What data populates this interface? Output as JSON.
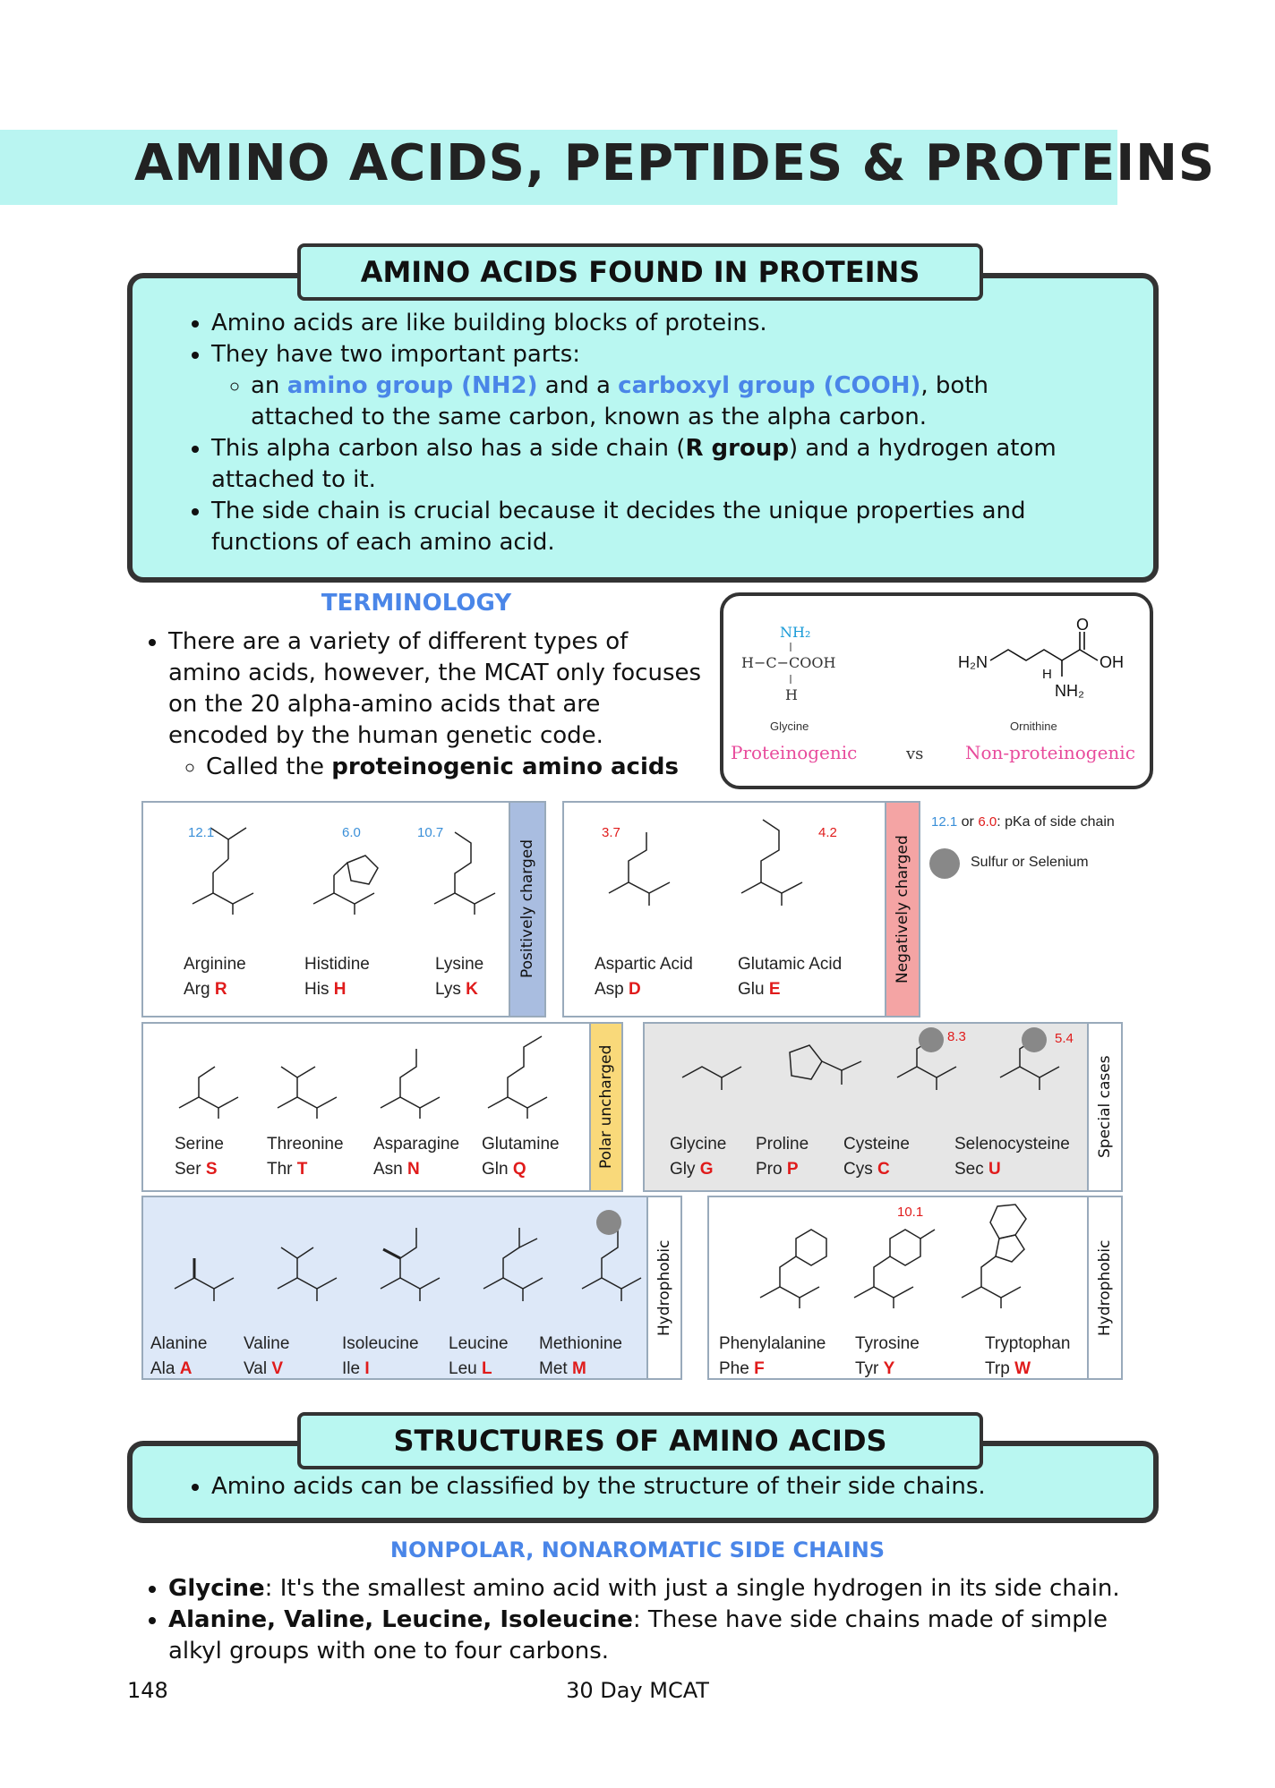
{
  "page_title": "AMINO ACIDS, PEPTIDES & PROTEINS",
  "section1": {
    "header": "AMINO ACIDS FOUND IN PROTEINS",
    "bullet1": "Amino acids are like building blocks of proteins.",
    "bullet2": "They have two important parts:",
    "sub_pre": "an ",
    "sub_amino": "amino group (NH2)",
    "sub_mid": " and a ",
    "sub_carboxyl": "carboxyl group (COOH)",
    "sub_post": ", both attached to the same carbon, known as the alpha carbon.",
    "bullet3_pre": "This alpha carbon also has a side chain (",
    "bullet3_bold": "R group",
    "bullet3_post": ") and a hydrogen atom attached to it.",
    "bullet4": "The side chain is crucial because it decides the unique properties and functions of each amino acid."
  },
  "terminology": {
    "label": "TERMINOLOGY",
    "bullet": "There are a variety of different types of amino acids, however, the MCAT only focuses on the 20 alpha-amino acids that are encoded by the human genetic code.",
    "sub_pre": "Called the ",
    "sub_bold": "proteinogenic amino acids"
  },
  "compare": {
    "glycine_nh2": "NH₂",
    "glycine_row": "H−C−COOH",
    "glycine_h": "H",
    "glycine_name": "Glycine",
    "ornithine_name": "Ornithine",
    "left_label": "Proteinogenic",
    "vs": "vs",
    "right_label": "Non-proteinogenic",
    "orn_h2n": "H₂N",
    "orn_oh": "OH",
    "orn_o": "O",
    "orn_h": "H",
    "orn_nh2": "NH₂"
  },
  "legend": {
    "pka_a": "12.1",
    "pka_or": " or ",
    "pka_b": "6.0",
    "pka_text": ": pKa of side chain",
    "sulfur": "Sulfur or Selenium"
  },
  "groups": {
    "positive": "Positively charged",
    "negative": "Negatively charged",
    "polar": "Polar uncharged",
    "special": "Special cases",
    "hydrophobic1": "Hydrophobic",
    "hydrophobic2": "Hydrophobic"
  },
  "amino_acids": {
    "arg": {
      "name": "Arginine",
      "abbr": "Arg",
      "code": "R",
      "pka": "12.1"
    },
    "his": {
      "name": "Histidine",
      "abbr": "His",
      "code": "H",
      "pka": "6.0"
    },
    "lys": {
      "name": "Lysine",
      "abbr": "Lys",
      "code": "K",
      "pka": "10.7"
    },
    "asp": {
      "name": "Aspartic Acid",
      "abbr": "Asp",
      "code": "D",
      "pka": "3.7"
    },
    "glu": {
      "name": "Glutamic Acid",
      "abbr": "Glu",
      "code": "E",
      "pka": "4.2"
    },
    "ser": {
      "name": "Serine",
      "abbr": "Ser",
      "code": "S"
    },
    "thr": {
      "name": "Threonine",
      "abbr": "Thr",
      "code": "T"
    },
    "asn": {
      "name": "Asparagine",
      "abbr": "Asn",
      "code": "N"
    },
    "gln": {
      "name": "Glutamine",
      "abbr": "Gln",
      "code": "Q"
    },
    "gly": {
      "name": "Glycine",
      "abbr": "Gly",
      "code": "G"
    },
    "pro": {
      "name": "Proline",
      "abbr": "Pro",
      "code": "P"
    },
    "cys": {
      "name": "Cysteine",
      "abbr": "Cys",
      "code": "C",
      "pka": "8.3"
    },
    "sec": {
      "name": "Selenocysteine",
      "abbr": "Sec",
      "code": "U",
      "pka": "5.4"
    },
    "ala": {
      "name": "Alanine",
      "abbr": "Ala",
      "code": "A"
    },
    "val": {
      "name": "Valine",
      "abbr": "Val",
      "code": "V"
    },
    "ile": {
      "name": "Isoleucine",
      "abbr": "Ile",
      "code": "I"
    },
    "leu": {
      "name": "Leucine",
      "abbr": "Leu",
      "code": "L"
    },
    "met": {
      "name": "Methionine",
      "abbr": "Met",
      "code": "M"
    },
    "phe": {
      "name": "Phenylalanine",
      "abbr": "Phe",
      "code": "F"
    },
    "tyr": {
      "name": "Tyrosine",
      "abbr": "Tyr",
      "code": "Y",
      "pka": "10.1"
    },
    "trp": {
      "name": "Tryptophan",
      "abbr": "Trp",
      "code": "W"
    }
  },
  "section2": {
    "header": "STRUCTURES OF AMINO ACIDS",
    "bullet": "Amino acids can be classified by the structure of their side chains."
  },
  "nonpolar": {
    "label": "NONPOLAR, NONAROMATIC SIDE CHAINS",
    "b1_bold": "Glycine",
    "b1_text": ": It's the smallest amino acid with just a single hydrogen in its side chain.",
    "b2_bold": "Alanine, Valine, Leucine, Isoleucine",
    "b2_text": ": These have side chains made of simple alkyl groups with one to four carbons."
  },
  "footer": {
    "page": "148",
    "book": "30 Day MCAT"
  }
}
